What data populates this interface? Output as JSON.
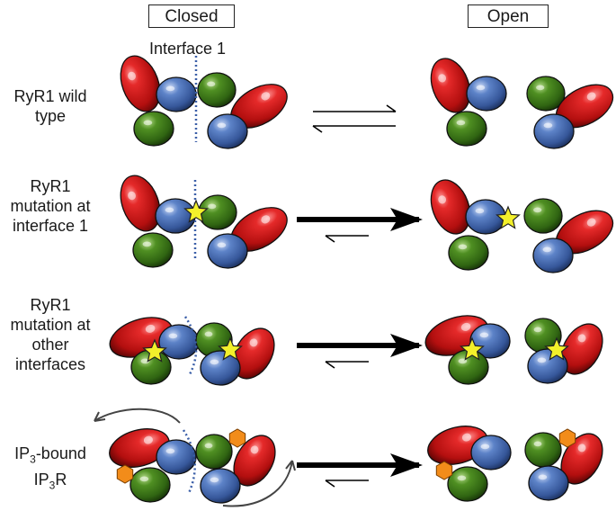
{
  "headers": {
    "closed": "Closed",
    "open": "Open"
  },
  "interface_label": "Interface 1",
  "rows": [
    {
      "id": "wild-type",
      "label_lines": [
        "RyR1 wild",
        "type"
      ]
    },
    {
      "id": "mutation-interface-1",
      "label_lines": [
        "RyR1",
        "mutation at",
        "interface 1"
      ]
    },
    {
      "id": "mutation-other",
      "label_lines": [
        "RyR1",
        "mutation at",
        "other",
        "interfaces"
      ]
    },
    {
      "id": "ip3-bound",
      "label_lines": [
        "IP3-bound",
        "IP3R"
      ],
      "label_html_parts": [
        [
          "IP",
          "3",
          "-bound"
        ],
        [
          "IP",
          "3",
          "R"
        ]
      ]
    }
  ],
  "colors": {
    "red": "#d11a1a",
    "blue": "#4a6fb5",
    "green": "#3f7d1e",
    "star": "#f3f02b",
    "hexagon": "#f28c1a",
    "dotted_line": "#3b5fa8"
  }
}
